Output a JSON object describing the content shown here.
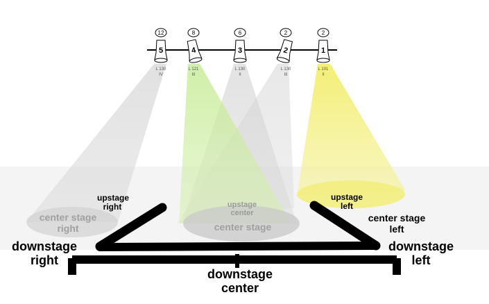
{
  "instruments": [
    {
      "number": "5",
      "channel": "12",
      "gel": "L 130",
      "circuit": "IV",
      "beam": "#c8c8c8"
    },
    {
      "number": "4",
      "channel": "8",
      "gel": "L 121",
      "circuit": "III",
      "beam": "#b9e07a"
    },
    {
      "number": "3",
      "channel": "6",
      "gel": "L 130",
      "circuit": "II",
      "beam": "#c8c8c8"
    },
    {
      "number": "2",
      "channel": "2",
      "gel": "L 130",
      "circuit": "III",
      "beam": "#c8c8c8"
    },
    {
      "number": "1",
      "channel": "2",
      "gel": "L 101",
      "circuit": "II",
      "beam": "#f5f07a"
    }
  ],
  "areas": {
    "upstage_right": "upstage right",
    "upstage_center": "upstage center",
    "upstage_left": "upstage left",
    "center_stage_right": "center stage right",
    "center_stage": "center stage",
    "center_stage_left": "center stage left",
    "downstage_right": "downstage right",
    "downstage_center": "downstage center",
    "downstage_left": "downstage left"
  }
}
